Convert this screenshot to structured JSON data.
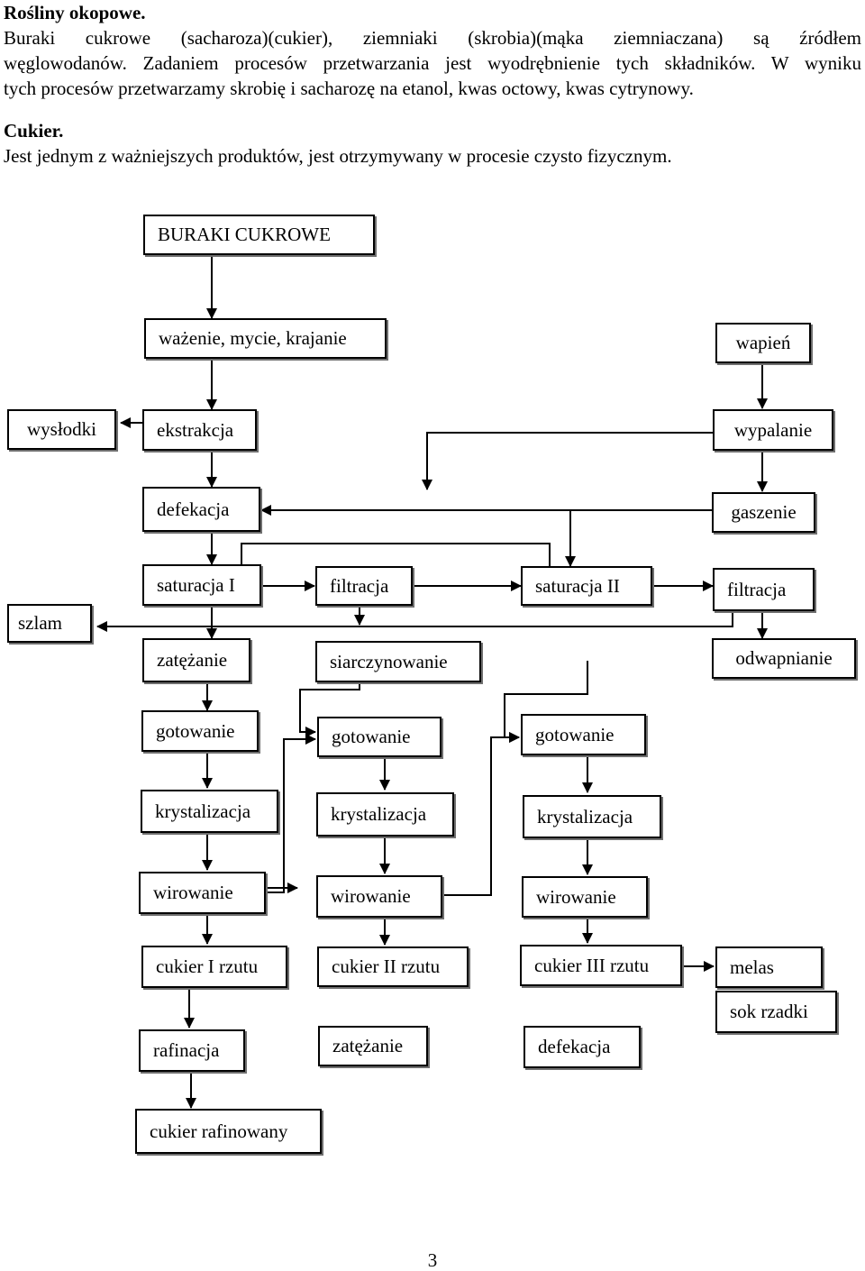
{
  "intro": {
    "heading": "Rośliny okopowe.",
    "line1": "Buraki cukrowe (sacharoza)(cukier), ziemniaki (skrobia)(mąka ziemniaczana) są źródłem",
    "line2": "węglowodanów. Zadaniem procesów przetwarzania jest wyodrębnienie tych składników. W wyniku",
    "line3": "tych procesów przetwarzamy skrobię i sacharozę na etanol, kwas octowy, kwas cytrynowy."
  },
  "cukier": {
    "heading": "Cukier.",
    "text": "Jest jednym z ważniejszych produktów, jest otrzymywany w procesie czysto fizycznym."
  },
  "flowchart": {
    "buraki": "BURAKI CUKROWE",
    "wazenie": "ważenie, mycie, krajanie",
    "wapien": "wapień",
    "wyslodki": "wysłodki",
    "ekstrakcja": "ekstrakcja",
    "wypalanie": "wypalanie",
    "defekacja": "defekacja",
    "gaszenie": "gaszenie",
    "saturacja1": "saturacja I",
    "filtracja1": "filtracja",
    "saturacja2": "saturacja II",
    "filtracja2": "filtracja",
    "szlam": "szlam",
    "zatezanie1": "zatężanie",
    "siarczynowanie": "siarczynowanie",
    "odwapnianie": "odwapnianie",
    "gotowanie1": "gotowanie",
    "gotowanie2": "gotowanie",
    "gotowanie3": "gotowanie",
    "krystalizacja1": "krystalizacja",
    "krystalizacja2": "krystalizacja",
    "krystalizacja3": "krystalizacja",
    "wirowanie1": "wirowanie",
    "wirowanie2": "wirowanie",
    "wirowanie3": "wirowanie",
    "cukier1": "cukier I rzutu",
    "cukier2": "cukier II rzutu",
    "cukier3": "cukier III rzutu",
    "melas": "melas",
    "sokRzadki": "sok rzadki",
    "rafinacja": "rafinacja",
    "zatezanie2": "zatężanie",
    "defekacja2": "defekacja",
    "cukierRafinowany": "cukier rafinowany"
  },
  "page": {
    "number": "3"
  }
}
